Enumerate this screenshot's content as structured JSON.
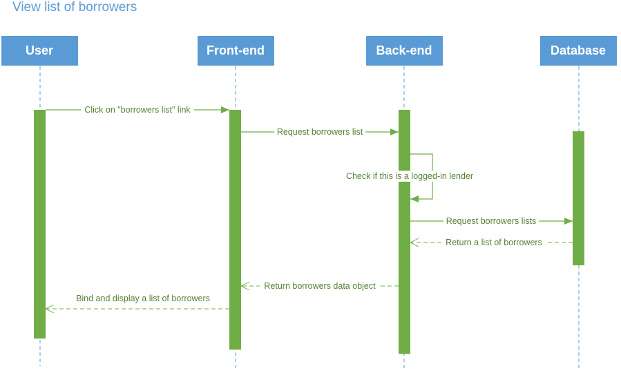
{
  "title": "View list of borrowers",
  "actors": [
    {
      "label": "User"
    },
    {
      "label": "Front-end"
    },
    {
      "label": "Back-end"
    },
    {
      "label": "Database"
    }
  ],
  "messages": [
    {
      "label": "Click on \"borrowers list\" link",
      "style": "solid"
    },
    {
      "label": "Request borrowers list",
      "style": "solid"
    },
    {
      "label": "Check if this is a logged-in lender",
      "style": "self"
    },
    {
      "label": "Request borrowers lists",
      "style": "solid"
    },
    {
      "label": "Return a list of borrowers",
      "style": "dashed"
    },
    {
      "label": "Return borrowers data object",
      "style": "dashed"
    },
    {
      "label": "Bind and display a list of borrowers",
      "style": "dashed"
    }
  ],
  "colors": {
    "actor_box": "#5b9bd5",
    "lifeline": "#5b9bd5",
    "activation": "#70ad47",
    "message": "#70ad47",
    "label_text": "#548235",
    "title": "#5b9bd5"
  }
}
